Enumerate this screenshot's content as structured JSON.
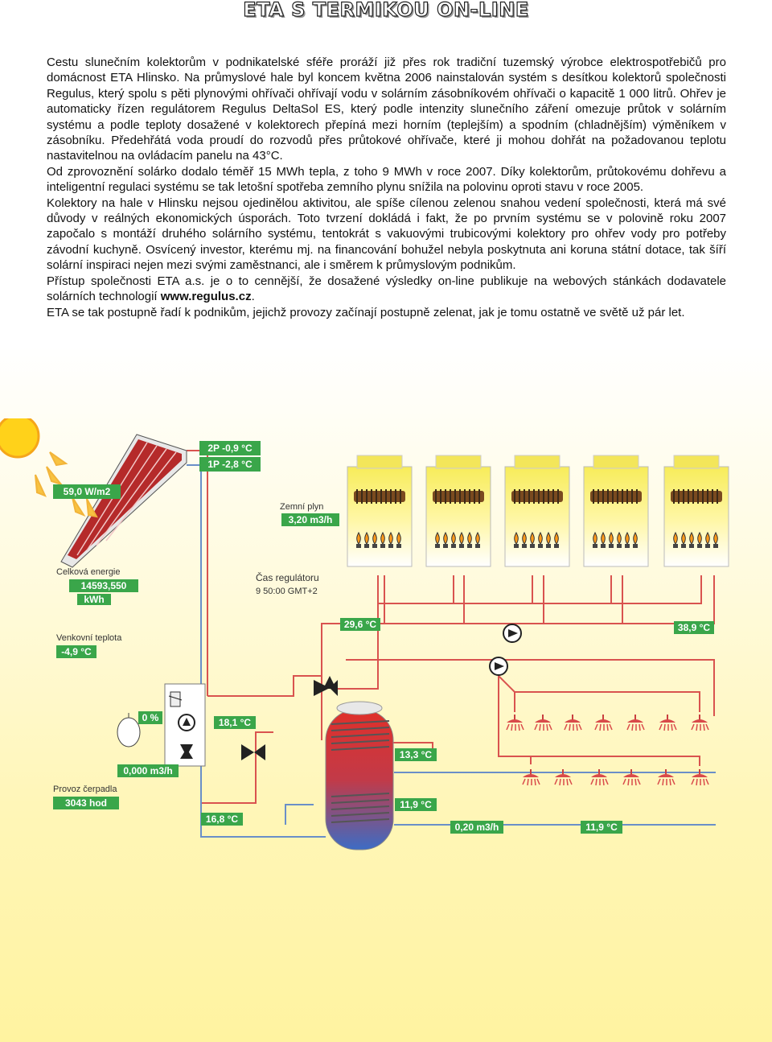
{
  "header": {
    "title": "ETA S TERMIKOU ON-LINE"
  },
  "article": {
    "p1": "Cestu slunečním kolektorům v podnikatelské sféře proráží již přes rok tradiční tuzemský výrobce elektrospotřebičů pro domácnost ETA Hlinsko. Na průmyslové hale byl koncem května 2006 nainstalován systém s desítkou kolektorů společnosti Regulus, který spolu s pěti plynovými ohřívači ohřívají vodu v solárním zásobníkovém ohřívači o kapacitě 1 000 litrů. Ohřev je automaticky řízen regulátorem Regulus DeltaSol ES, který podle intenzity slunečního záření omezuje průtok v solárním systému a podle teploty dosažené v kolektorech přepíná mezi horním (teplejším) a spodním (chladnějším) výměníkem v zásobníku. Předehřátá voda proudí do rozvodů přes průtokové ohřívače, které ji mohou dohřát na požadovanou teplotu nastavitelnou na ovládacím panelu na 43°C.",
    "p2": "Od zprovoznění solárko dodalo téměř 15 MWh tepla, z toho 9 MWh v roce 2007. Díky kolektorům, průtokovému dohřevu a inteligentní regulaci systému se tak letošní spotřeba zemního plynu snížila na polovinu oproti stavu v roce 2005.",
    "p3": "Kolektory na hale v Hlinsku nejsou ojedinělou aktivitou, ale spíše cílenou zelenou snahou vedení společnosti, která má své důvody v reálných ekonomických úsporách. Toto tvrzení dokládá i fakt, že po prvním systému se v polovině roku 2007 započalo s montáží druhého solárního systému, tentokrát s vakuovými trubicovými kolektory pro ohřev vody pro potřeby závodní kuchyně. Osvícený investor, kterému mj. na financování bohužel nebyla poskytnuta ani koruna státní dotace, tak šíří solární inspiraci nejen mezi svými zaměstnanci, ale i směrem k průmyslovým podnikům.",
    "p4_text": "Přístup společnosti ETA a.s. je o to cennější, že dosažené výsledky on-line publikuje na webových stánkách dodavatele solárních technologií ",
    "p4_link": "www.regulus.cz",
    "p4_end": ".",
    "p5": "ETA se tak postupně řadí k podnikům, jejichž provozy začínají postupně zelenat, jak je tomu ostatně ve světě už pár let."
  },
  "diagram": {
    "collector_temp_2p": "2P -0,9 °C",
    "collector_temp_1p": "1P -2,8 °C",
    "irradiance": "59,0 W/m2",
    "gas_label": "Zemní plyn",
    "gas_value": "3,20 m3/h",
    "energy_label": "Celková energie",
    "energy_value": "14593,550",
    "energy_unit": "kWh",
    "time_label": "Čas regulátoru",
    "time_value": "9 50:00 GMT+2",
    "outdoor_label": "Venkovní teplota",
    "outdoor_value": "-4,9 °C",
    "temp_mix": "29,6 °C",
    "temp_out": "38,9 °C",
    "pump_pct": "0 %",
    "temp_return": "18,1 °C",
    "temp_tank_top": "13,3 °C",
    "flow_solar": "0,000 m3/h",
    "pump_label": "Provoz čerpadla",
    "pump_hours": "3043 hod",
    "temp_tank_bottom": "11,9 °C",
    "temp_solar_in": "16,8 °C",
    "flow_cold": "0,20 m3/h",
    "temp_cold": "11,9 °C",
    "colors": {
      "pipe_red": "#d9534f",
      "pipe_blue": "#6a8fc8",
      "value_green": "#3aa64a",
      "heater_yellow": "#f6ea55"
    }
  }
}
